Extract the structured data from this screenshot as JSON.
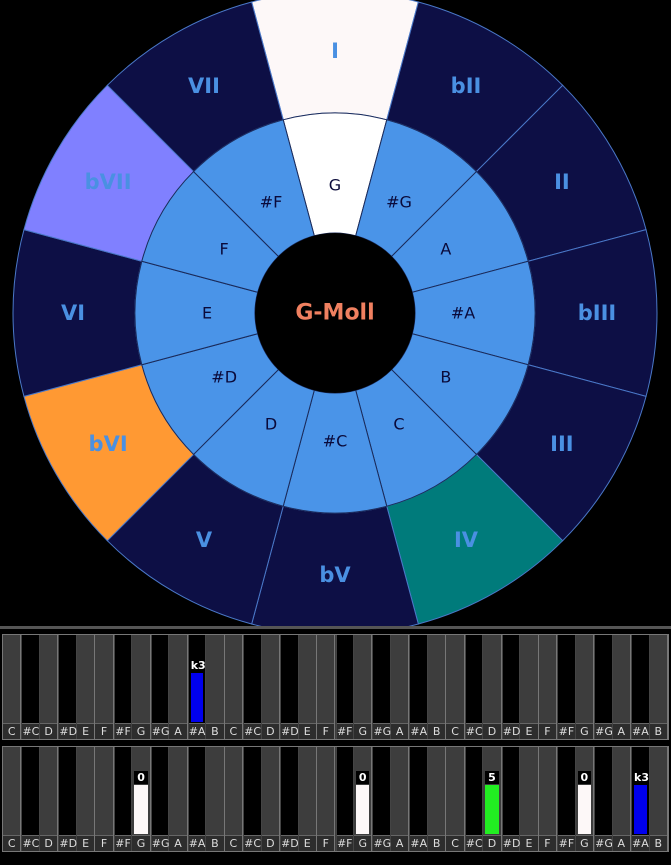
{
  "center": {
    "label": "G-Moll",
    "color": "#f08060",
    "bg": "#000000"
  },
  "outer_ring": {
    "labels": [
      "I",
      "bII",
      "II",
      "bIII",
      "III",
      "IV",
      "bV",
      "V",
      "bVI",
      "VI",
      "bVII",
      "VII"
    ],
    "colors": [
      "#fdf8f8",
      "#0d0f45",
      "#0d0f45",
      "#0d0f45",
      "#0d0f45",
      "#007b7b",
      "#0d0f45",
      "#0d0f45",
      "#ff9933",
      "#0d0f45",
      "#8080ff",
      "#0d0f45"
    ],
    "text_color": "#4a90e2"
  },
  "inner_ring": {
    "labels": [
      "G",
      "#G",
      "A",
      "#A",
      "B",
      "C",
      "#C",
      "D",
      "#D",
      "E",
      "F",
      "#F"
    ],
    "colors": [
      "#ffffff",
      "#4a94e8",
      "#4a94e8",
      "#4a94e8",
      "#4a94e8",
      "#4a94e8",
      "#4a94e8",
      "#4a94e8",
      "#4a94e8",
      "#4a94e8",
      "#4a94e8",
      "#4a94e8"
    ],
    "text_color": "#0a0a3a"
  },
  "keyboards": [
    {
      "keys": [
        "C",
        "#C",
        "D",
        "#D",
        "E",
        "F",
        "#F",
        "G",
        "#G",
        "A",
        "#A",
        "B",
        "C",
        "#C",
        "D",
        "#D",
        "E",
        "F",
        "#F",
        "G",
        "#G",
        "A",
        "#A",
        "B",
        "C",
        "#C",
        "D",
        "#D",
        "E",
        "F",
        "#F",
        "G",
        "#G",
        "A",
        "#A",
        "B"
      ],
      "bars": [
        {
          "key_index": 10,
          "label": "k3",
          "level": 0.72,
          "color": "#0000ee"
        }
      ]
    },
    {
      "keys": [
        "C",
        "#C",
        "D",
        "#D",
        "E",
        "F",
        "#F",
        "G",
        "#G",
        "A",
        "#A",
        "B",
        "C",
        "#C",
        "D",
        "#D",
        "E",
        "F",
        "#F",
        "G",
        "#G",
        "A",
        "#A",
        "B",
        "C",
        "#C",
        "D",
        "#D",
        "E",
        "F",
        "#F",
        "G",
        "#G",
        "A",
        "#A",
        "B"
      ],
      "bars": [
        {
          "key_index": 7,
          "label": "0",
          "level": 0.72,
          "color": "#fdf8f8"
        },
        {
          "key_index": 19,
          "label": "0",
          "level": 0.72,
          "color": "#fdf8f8"
        },
        {
          "key_index": 26,
          "label": "5",
          "level": 0.72,
          "color": "#22ee22"
        },
        {
          "key_index": 31,
          "label": "0",
          "level": 0.72,
          "color": "#fdf8f8"
        },
        {
          "key_index": 34,
          "label": "k3",
          "level": 0.72,
          "color": "#0000ee"
        }
      ]
    }
  ]
}
